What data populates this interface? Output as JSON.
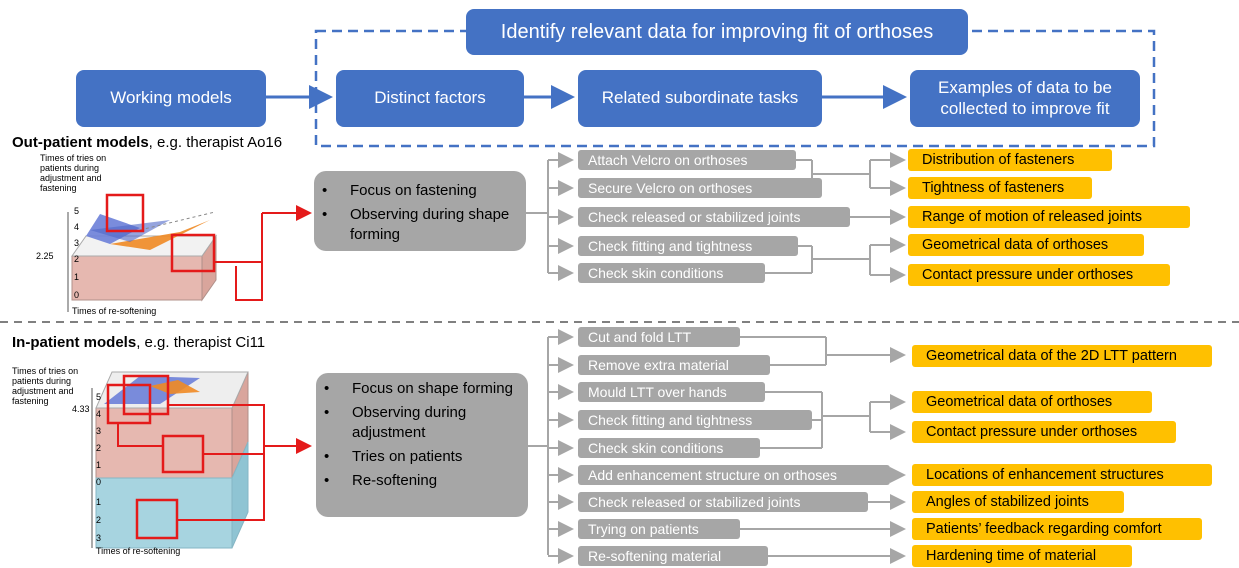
{
  "header": {
    "title": "Identify relevant data for improving fit of orthoses",
    "working_models": "Working models",
    "distinct_factors": "Distinct factors",
    "related_tasks": "Related subordinate tasks",
    "examples_line1": "Examples of data to be",
    "examples_line2": "collected to improve fit"
  },
  "outpatient": {
    "title_bold": "Out-patient models",
    "title_rest": ", e.g. therapist Ao16",
    "ylabel_lines": [
      "Times of tries on",
      "patients during",
      "adjustment and",
      "fastening"
    ],
    "yticks": [
      "5",
      "4",
      "3",
      "2",
      "1",
      "0"
    ],
    "ymark": "2.25",
    "xlabel": "Times of re-softening",
    "factors": [
      "Focus on fastening",
      "Observing during shape forming"
    ],
    "tasks": [
      "Attach Velcro on orthoses",
      "Secure Velcro on orthoses",
      "Check released or stabilized joints",
      "Check fitting and tightness",
      "Check skin conditions"
    ],
    "data": [
      "Distribution of fasteners",
      "Tightness of fasteners",
      "Range of motion of released joints",
      "Geometrical data of orthoses",
      "Contact pressure under orthoses"
    ]
  },
  "inpatient": {
    "title_bold": "In-patient models",
    "title_rest": ", e.g. therapist Ci11",
    "ylabel_lines": [
      "Times of tries on",
      "patients during",
      "adjustment and",
      "fastening"
    ],
    "yticks": [
      "5",
      "4",
      "3",
      "2",
      "1",
      "0",
      "1",
      "2",
      "3"
    ],
    "ymark": "4.33",
    "xlabel": "Times of re-softening",
    "factors": [
      "Focus on shape forming",
      "Observing during adjustment",
      "Tries on patients",
      "Re-softening"
    ],
    "tasks": [
      "Cut and fold LTT",
      "Remove extra material",
      "Mould LTT over hands",
      "Check fitting and tightness",
      "Check skin conditions",
      "Add enhancement structure on orthoses",
      "Check released or stabilized joints",
      "Trying on patients",
      "Re-softening material"
    ],
    "data": [
      "Geometrical data of the 2D LTT pattern",
      "Geometrical data of orthoses",
      "Contact pressure under orthoses",
      "Locations of enhancement structures",
      "Angles of stabilized joints",
      "Patients’ feedback regarding comfort",
      "Hardening time of material"
    ]
  },
  "colors": {
    "blue": "#4472c4",
    "gray": "#a6a6a6",
    "yellow": "#ffc000",
    "red": "#e41a1a",
    "pink": "#e6b8b0",
    "teal": "#a7d4e0"
  }
}
